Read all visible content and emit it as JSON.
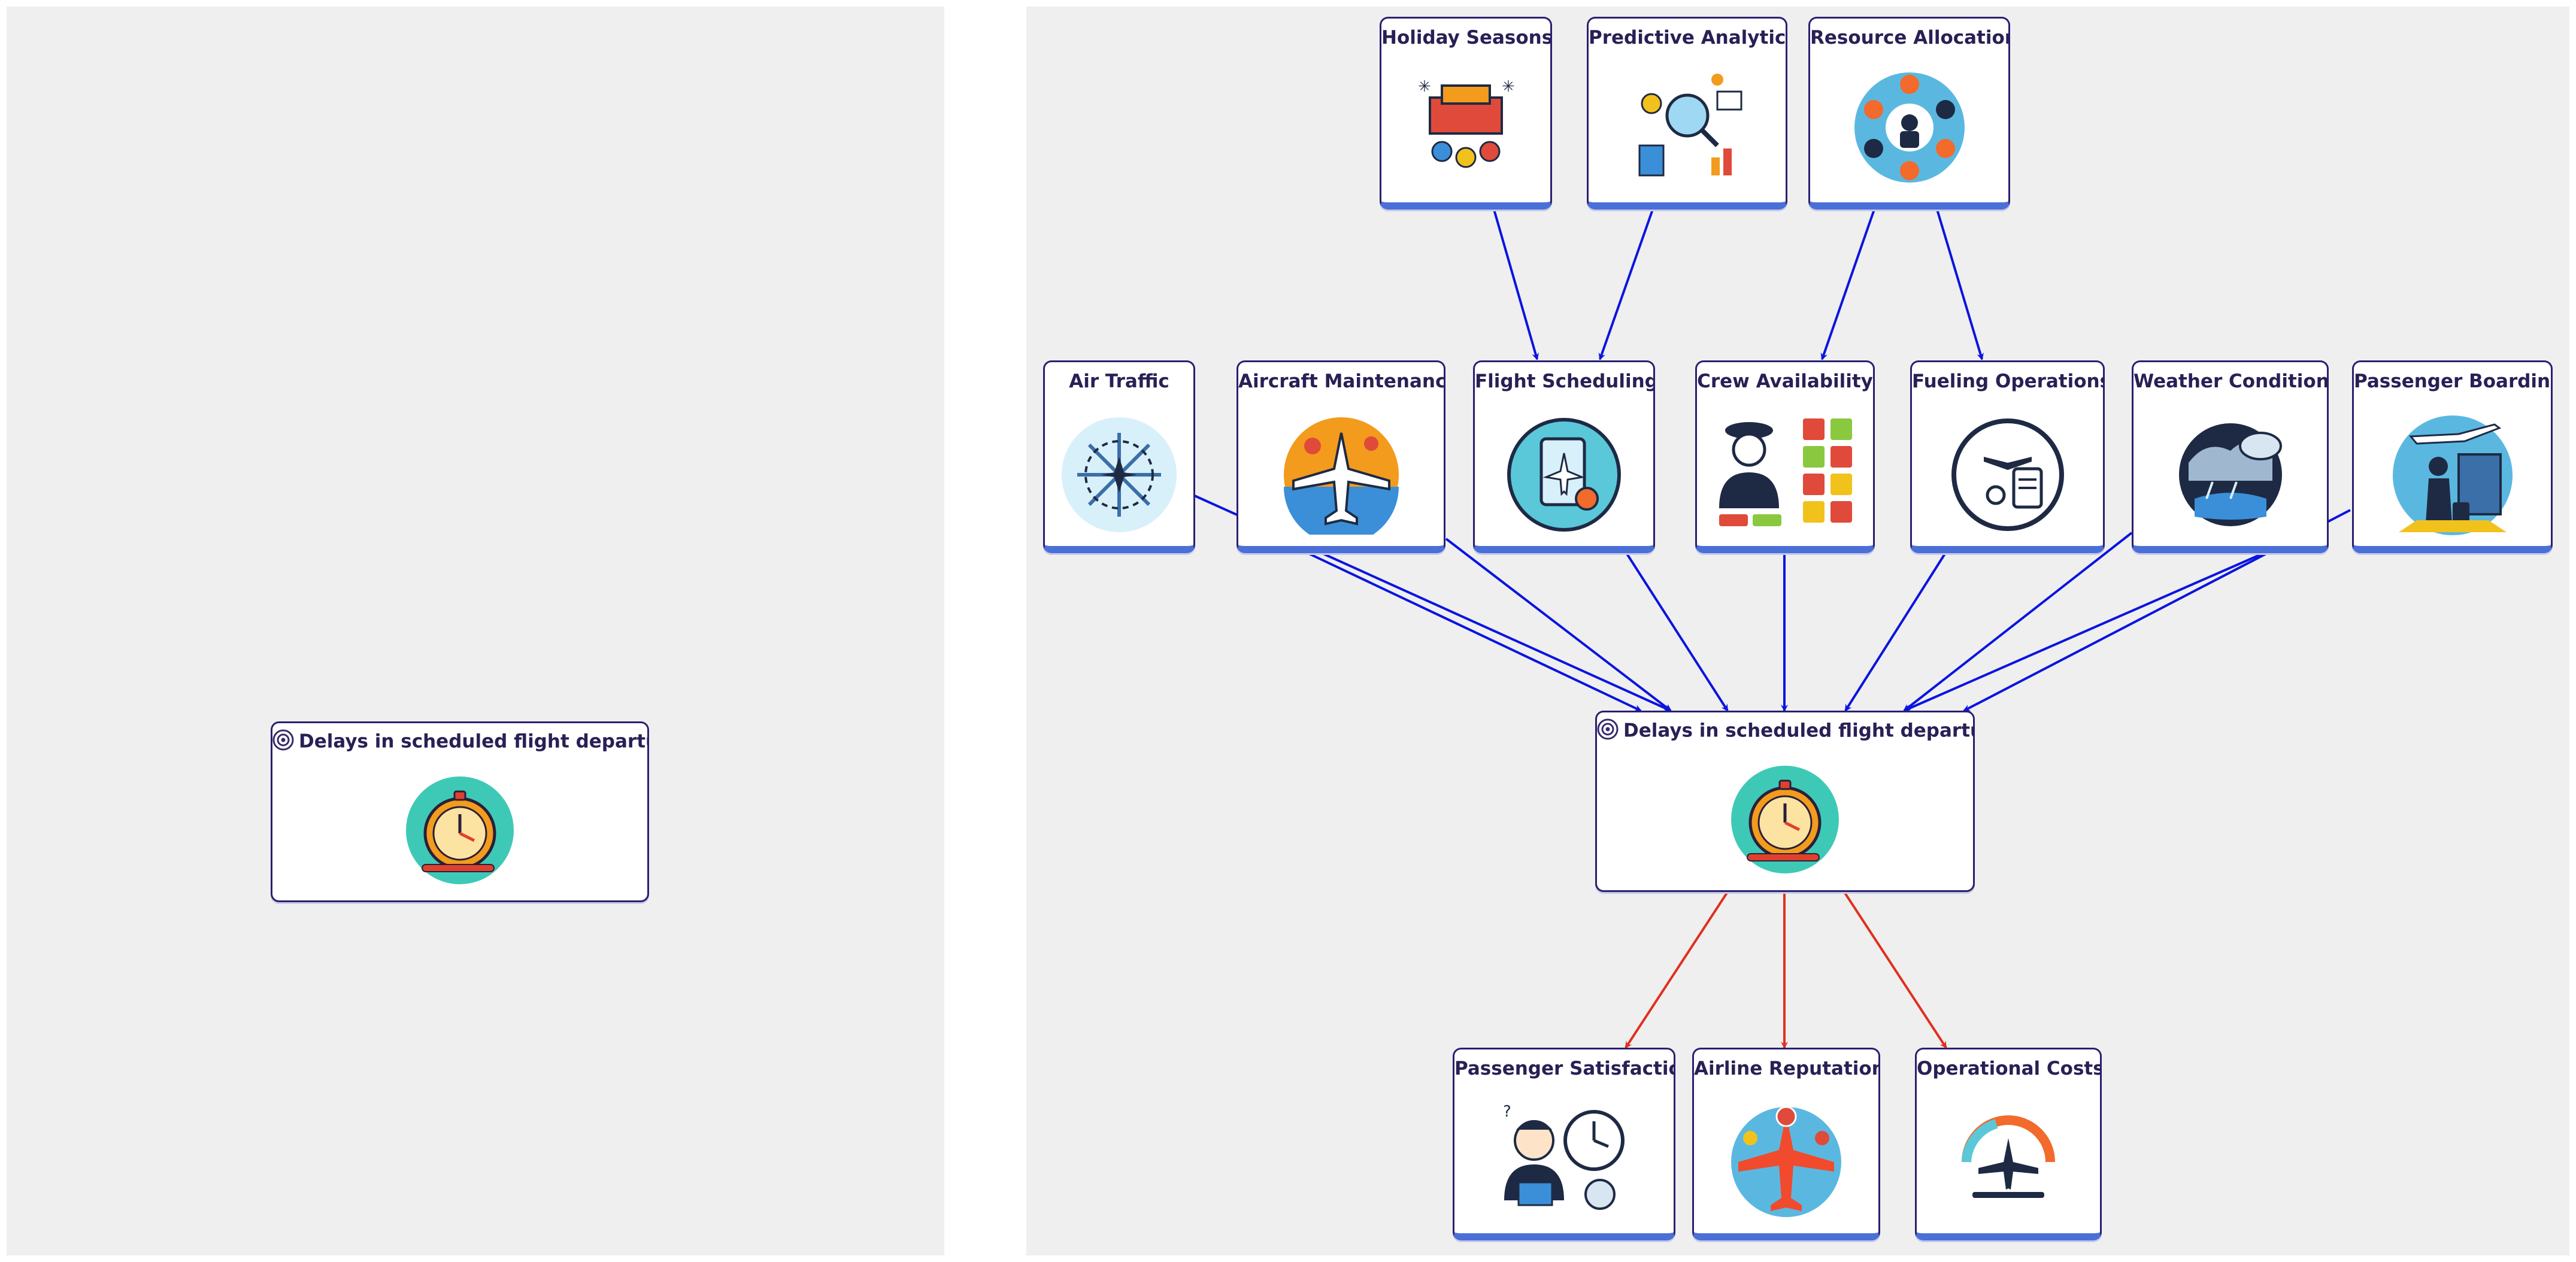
{
  "diagram": {
    "left_panel": {
      "node": {
        "label": "Delays in scheduled flight departures",
        "icon": "stopwatch-clock-icon"
      }
    },
    "top_nodes": [
      {
        "label": "Holiday Seasons",
        "icon": "holiday-crowd-icon"
      },
      {
        "label": "Predictive Analytics",
        "icon": "analytics-dashboard-icon"
      },
      {
        "label": "Resource Allocation",
        "icon": "resource-network-icon"
      }
    ],
    "factors": [
      {
        "label": "Air Traffic",
        "icon": "air-traffic-map-icon"
      },
      {
        "label": "Aircraft Maintenance",
        "icon": "airplane-wrench-icon"
      },
      {
        "label": "Flight Scheduling",
        "icon": "flight-schedule-icon"
      },
      {
        "label": "Crew Availability",
        "icon": "pilot-crew-icon"
      },
      {
        "label": "Fueling Operations",
        "icon": "fuel-gauge-icon"
      },
      {
        "label": "Weather Conditions",
        "icon": "storm-cloud-icon"
      },
      {
        "label": "Passenger Boarding",
        "icon": "boarding-gate-icon"
      }
    ],
    "central": {
      "label": "Delays in scheduled flight departures",
      "icon": "stopwatch-clock-icon"
    },
    "effects": [
      {
        "label": "Passenger Satisfaction",
        "icon": "frustrated-passenger-icon"
      },
      {
        "label": "Airline Reputation",
        "icon": "airplane-reputation-icon"
      },
      {
        "label": "Operational Costs",
        "icon": "cost-gauge-icon"
      }
    ],
    "colors": {
      "cause_arrow": "#0a14e0",
      "effect_arrow": "#e03020",
      "node_border": "#2a2070",
      "accent": "#4a6fd8"
    }
  }
}
